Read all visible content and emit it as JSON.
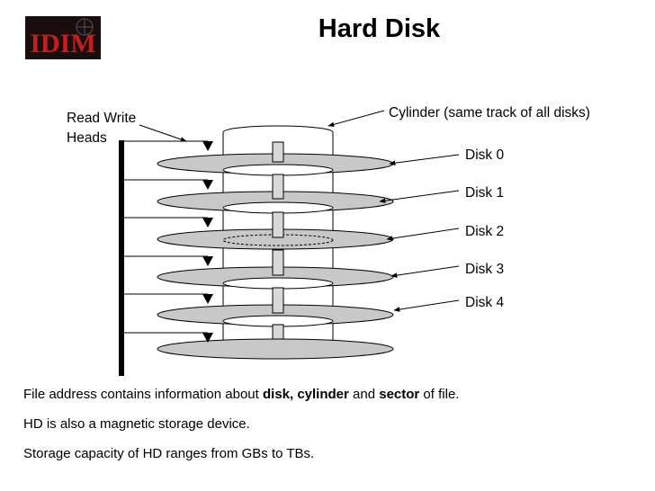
{
  "slide": {
    "title": "Hard Disk",
    "logo_text": "IDIM"
  },
  "diagram": {
    "heads_label_line1": "Read Write",
    "heads_label_line2": "Heads",
    "cylinder_label": "Cylinder (same track of all disks)",
    "disks": [
      "Disk 0",
      "Disk 1",
      "Disk 2",
      "Disk 3",
      "Disk 4"
    ]
  },
  "notes": {
    "line1_prefix": "File address contains information about ",
    "line1_bold1": "disk, cylinder",
    "line1_mid": " and ",
    "line1_bold2": "sector",
    "line1_suffix": " of file.",
    "line2": "HD is also a magnetic storage device.",
    "line3": "Storage capacity of HD ranges from GBs to TBs."
  },
  "colors": {
    "logo_bg": "#1a0d0d",
    "logo_red": "#c41e1e",
    "platter_fill": "#c8c8c8",
    "arm": "#000000"
  }
}
